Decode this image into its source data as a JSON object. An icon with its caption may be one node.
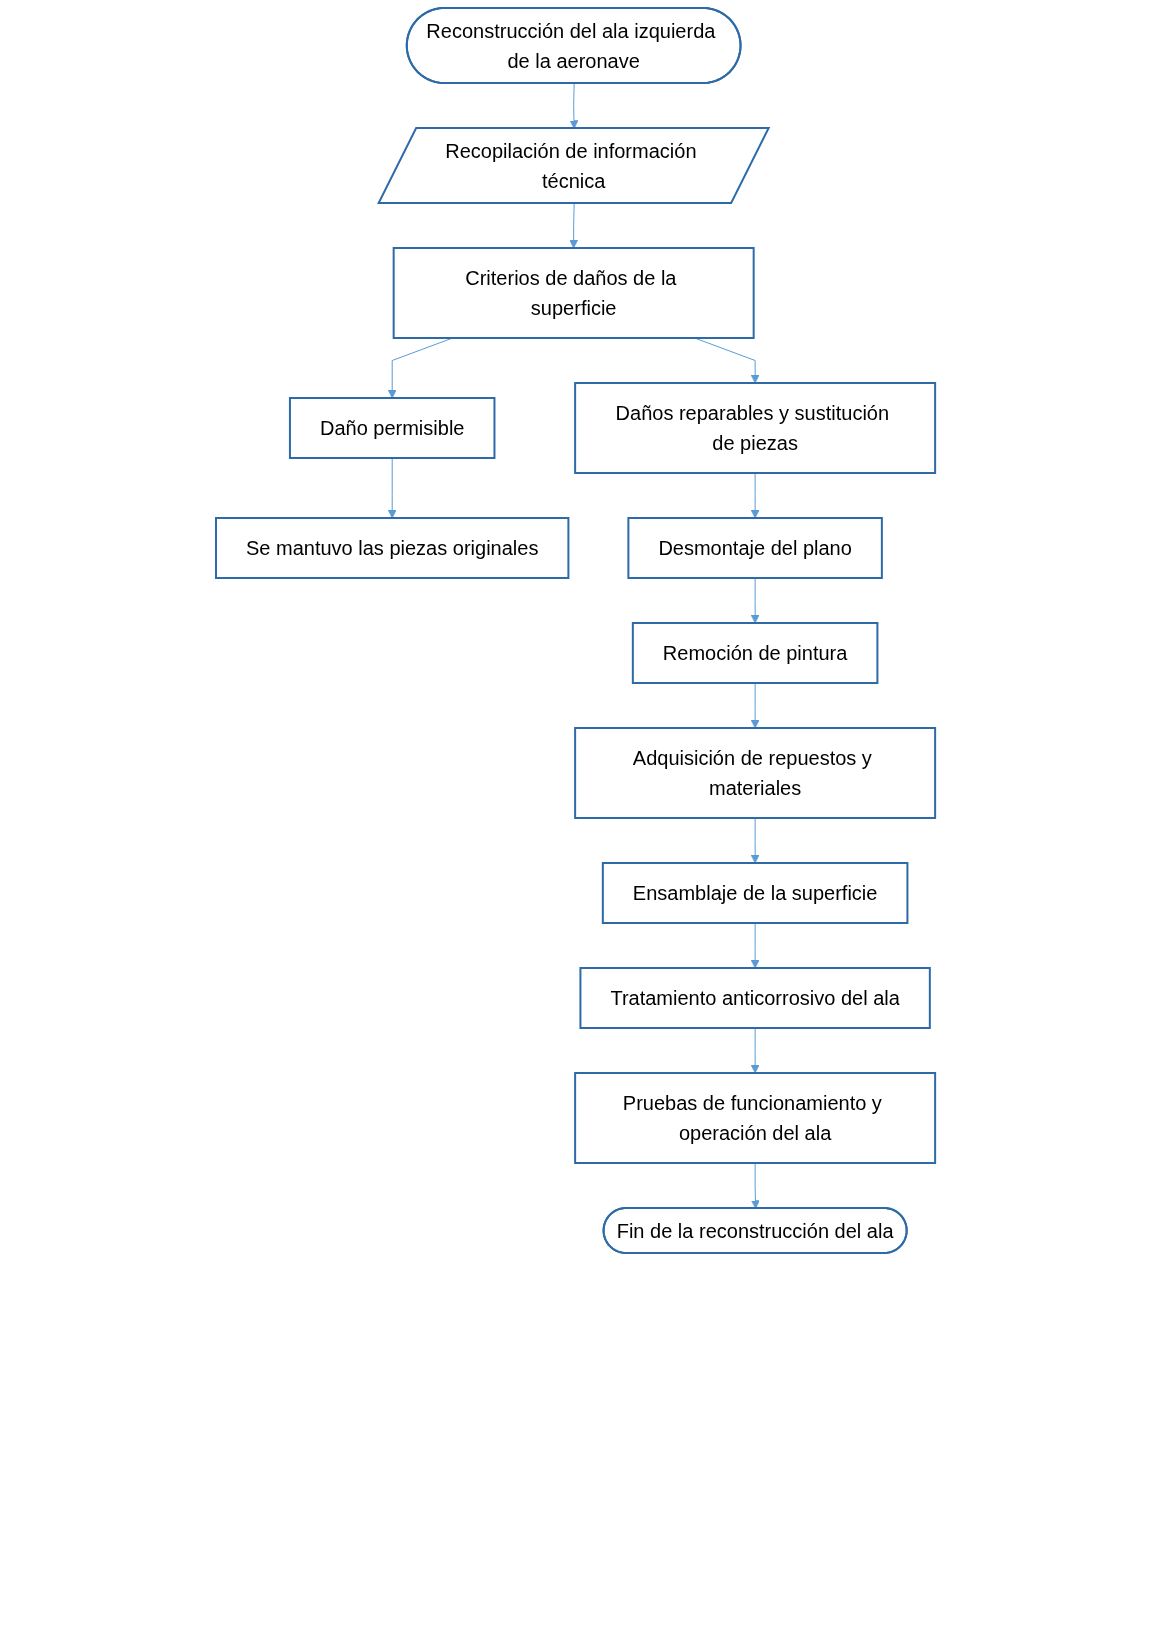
{
  "diagram": {
    "nodes": [
      {
        "text": [
          "Reconstrucción del ala izquierda de la aeronave"
        ]
      },
      {
        "text": [
          "Recopilación de información técnica"
        ]
      },
      {
        "text": [
          "Criterios de daños de la superficie"
        ]
      },
      {
        "text": [
          "Daño permisible"
        ]
      },
      {
        "text": [
          "Daños reparables y sustitución de piezas"
        ]
      },
      {
        "text": [
          "Se mantuvo las piezas originales"
        ]
      },
      {
        "text": [
          "Desmontaje del plano"
        ]
      },
      {
        "text": [
          "Remoción de pintura"
        ]
      },
      {
        "text": [
          "Adquisición de repuestos y materiales"
        ]
      },
      {
        "text": [
          "Ensamblaje de la superficie"
        ]
      },
      {
        "text": [
          "Tratamiento anticorrosivo del ala"
        ]
      },
      {
        "text": [
          "Pruebas de funcionamiento y operación del ala"
        ]
      },
      {
        "text": [
          "Fin de la reconstrucción del ala"
        ]
      }
    ],
    "edges": [
      {
        "from": 0,
        "to": 1,
        "arrow": "to"
      },
      {
        "from": 1,
        "to": 2,
        "arrow": "to"
      },
      {
        "from": 2,
        "to": 3,
        "arrow": "to"
      },
      {
        "from": 2,
        "to": 4,
        "arrow": "to"
      },
      {
        "from": 3,
        "to": 5,
        "arrow": "to"
      },
      {
        "from": 4,
        "to": 6,
        "arrow": "to"
      },
      {
        "from": 6,
        "to": 7,
        "arrow": "to"
      },
      {
        "from": 7,
        "to": 8,
        "arrow": "to"
      },
      {
        "from": 8,
        "to": 9,
        "arrow": "to"
      },
      {
        "from": 9,
        "to": 10,
        "arrow": "to"
      },
      {
        "from": 10,
        "to": 11,
        "arrow": "to"
      },
      {
        "from": 11,
        "to": 12,
        "arrow": "to"
      }
    ]
  }
}
